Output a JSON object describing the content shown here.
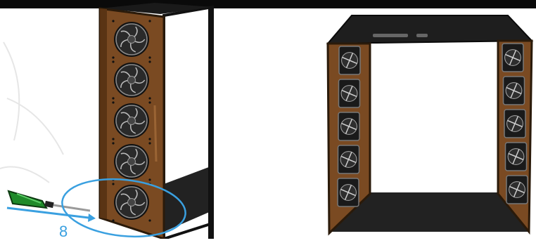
{
  "panel_left": {
    "step_number": "8",
    "fan_count": 5,
    "tool": "screwdriver-icon"
  },
  "panel_right": {
    "fan_columns": 2,
    "fans_per_column": 5
  },
  "colors": {
    "wood": "#7a4a22",
    "wood_dark": "#5a3414",
    "frame": "#1c1c1c",
    "fan": "#2a2a2a",
    "highlight": "#3aa0e0",
    "screwdriver_handle": "#1f8a2a"
  }
}
